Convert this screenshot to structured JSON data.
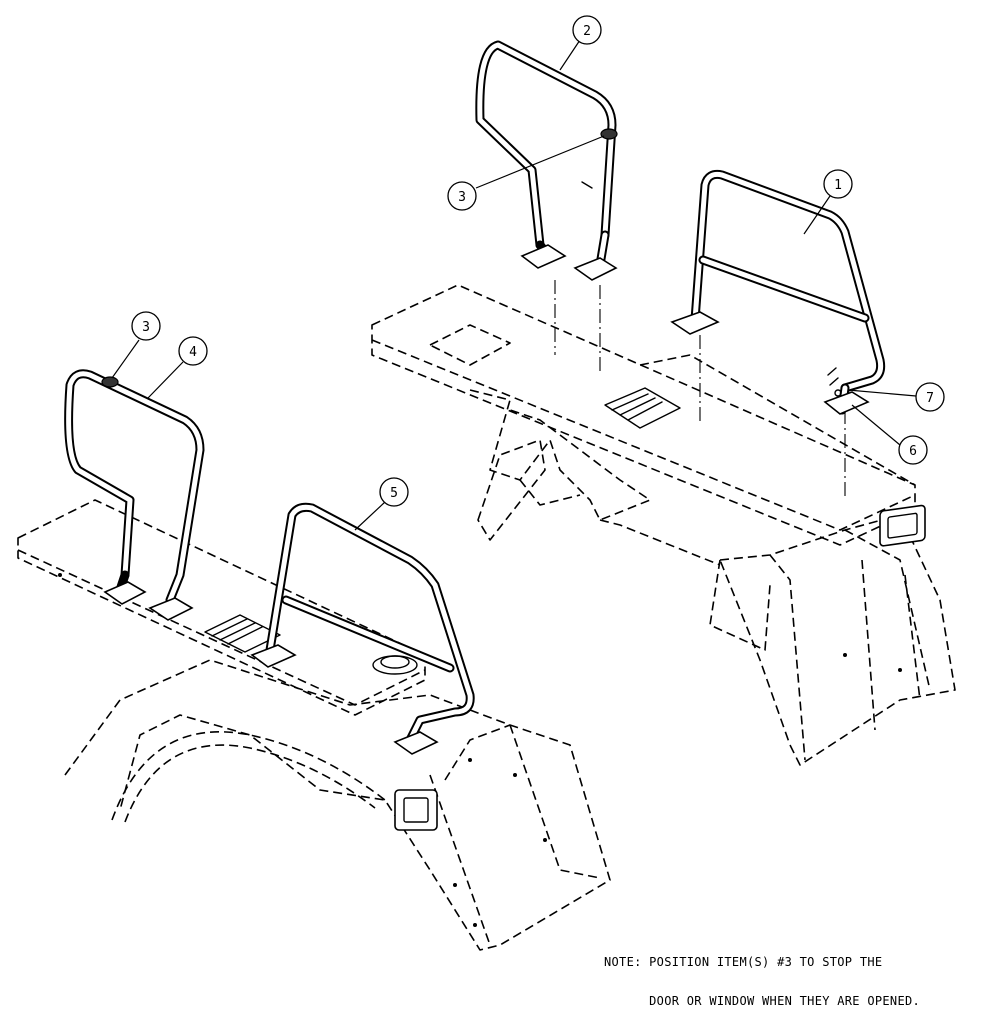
{
  "callouts": [
    {
      "number": "1",
      "part": "handrail-1"
    },
    {
      "number": "2",
      "part": "handrail-2"
    },
    {
      "number": "3",
      "part": "stop-clamp"
    },
    {
      "number": "3",
      "part": "stop-clamp"
    },
    {
      "number": "4",
      "part": "handrail-4"
    },
    {
      "number": "5",
      "part": "handrail-5"
    },
    {
      "number": "6",
      "part": "mount-plate"
    },
    {
      "number": "7",
      "part": "fastener"
    }
  ],
  "note": {
    "line1": "NOTE: POSITION ITEM(S) #3 TO STOP THE",
    "line2": "      DOOR OR WINDOW WHEN THEY ARE OPENED."
  },
  "colors": {
    "line": "#000000",
    "background": "#ffffff"
  }
}
